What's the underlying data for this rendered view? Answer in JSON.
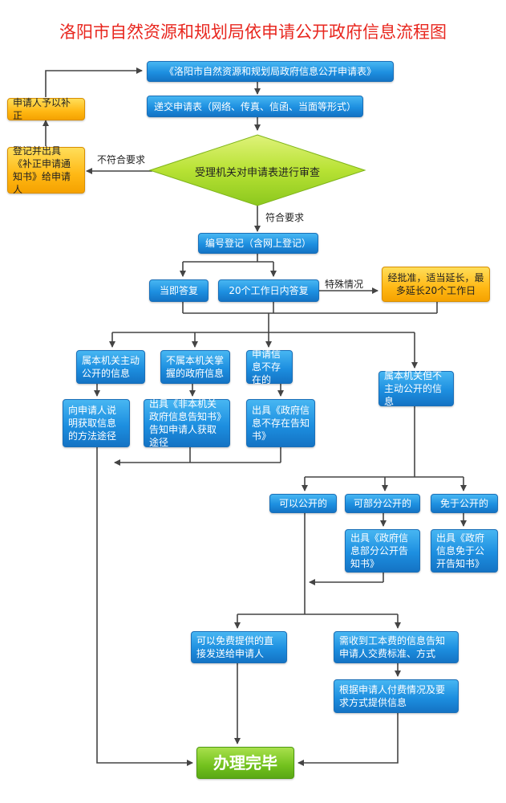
{
  "title": "洛阳市自然资源和规划局依申请公开政府信息流程图",
  "nodes": {
    "application_form": "《洛阳市自然资源和规划局政府信息公开申请表》",
    "submit": "递交申请表（网络、传真、信函、当面等形式）",
    "review": "受理机关对申请表进行审查",
    "supplement": "申请人予以补正",
    "correction_notice": "登记并出具《补正申请通知书》给申请人",
    "register": "编号登记（含网上登记）",
    "immediate_reply": "当即答复",
    "reply_20_days": "20个工作日内答复",
    "extension": "经批准，适当延长，最多延长20个工作日",
    "public_active": "属本机关主动公开的信息",
    "not_held": "不属本机关掌握的政府信息",
    "not_exist": "申请信息不存在的",
    "not_active": "属本机关但不主动公开的信息",
    "explain_way": "向申请人说明获取信息的方法途径",
    "not_held_notice": "出具《非本机关政府信息告知书》告知申请人获取途径",
    "not_exist_notice": "出具《政府信息不存在告知书》",
    "can_open": "可以公开的",
    "partial_open": "可部分公开的",
    "exempt": "免于公开的",
    "partial_notice": "出具《政府信息部分公开告知书》",
    "exempt_notice": "出具《政府信息免于公开告知书》",
    "free_provide": "可以免费提供的直接发送给申请人",
    "fee_notice": "需收到工本费的信息告知申请人交费标准、方式",
    "provide_by_payment": "根据申请人付费情况及要求方式提供信息",
    "done": "办理完毕"
  },
  "labels": {
    "not_meet": "不符合要求",
    "meet": "符合要求",
    "special": "特殊情况"
  },
  "colors": {
    "title": "#e8271f",
    "box_blue": "#1d8fe0",
    "box_yellow": "#ffb814",
    "diamond_green": "#b8e234",
    "done_green": "#72c11d",
    "line": "#444444"
  }
}
